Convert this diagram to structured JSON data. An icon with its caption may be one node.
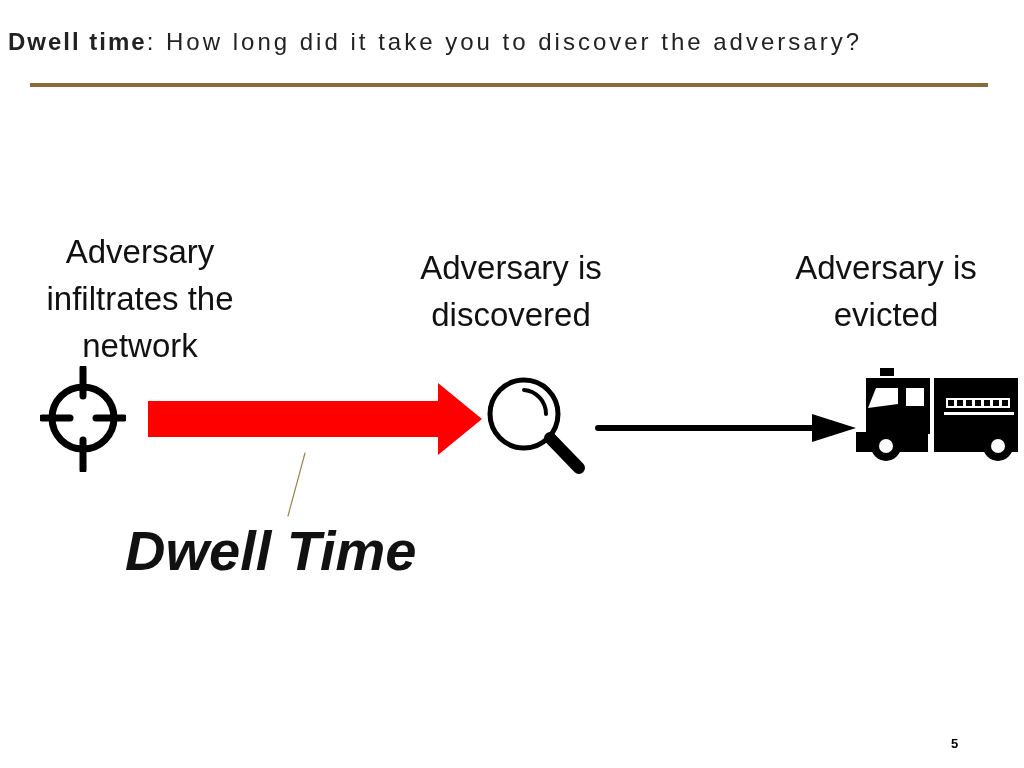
{
  "diagram": {
    "title": "**Dwell time**: How long did it take you to discover the adversary?",
    "nodes": [
      {
        "text": [
          "Adversary infiltrates the network"
        ]
      },
      {
        "text": [
          "Adversary is discovered"
        ]
      },
      {
        "text": [
          "Adversary is evicted"
        ]
      },
      {
        "text": [
          "Dwell Time"
        ]
      }
    ],
    "edges": [
      {
        "from": 0,
        "to": 1,
        "arrow": "to",
        "style": "thick",
        "color": "#ff0000"
      },
      {
        "from": 1,
        "to": 2,
        "arrow": "to",
        "color": "#000000"
      },
      {
        "from": 3,
        "to": null,
        "arrow": "none",
        "color": "#a08050"
      }
    ],
    "labels": [
      "5"
    ]
  }
}
